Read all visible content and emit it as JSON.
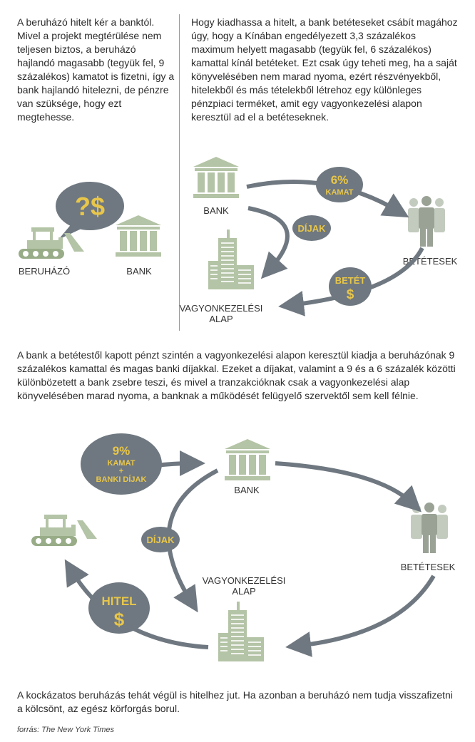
{
  "text": {
    "p1": "A beruházó hitelt kér a banktól. Mivel a projekt megtérülése nem teljesen biztos, a beruházó hajlandó magasabb (tegyük fel, 9 százalékos) kamatot is fizetni, így a bank hajlandó hitelezni, de pénzre van szüksége, hogy ezt megtehesse.",
    "p2": "Hogy kiadhassa a hitelt, a bank betéteseket csábít magához úgy, hogy a Kínában engedélyezett 3,3 százalékos maximum helyett magasabb (tegyük fel, 6 százalékos) kamattal kínál betéteket. Ezt csak úgy teheti meg, ha a saját könyvelésében nem marad nyoma, ezért részvényekből, hitelekből és más tételekből létrehoz egy különleges pénzpiaci terméket, amit egy vagyonkezelési alapon keresztül ad el a betéteseknek.",
    "p3": "A bank a betétestől kapott pénzt szintén a vagyonkezelési alapon keresztül kiadja a beruházónak 9 százalékos kamattal és magas banki díjakkal. Ezeket a díjakat, valamint a 9 és a 6 százalék közötti különbözetett a bank zsebre teszi, és mivel a tranzakcióknak csak a vagyonkezelési alap könyvelésében marad nyoma, a banknak a működését felügyelő szervektől sem kell félnie.",
    "p4": "A kockázatos beruházás tehát végül is hitelhez jut. Ha azonban a beruházó nem tudja visszafizetni a kölcsönt, az egész körforgás borul.",
    "source": "forrás: The New York Times"
  },
  "labels": {
    "investor": "BERUHÁZÓ",
    "bank": "BANK",
    "depositors": "BETÉTESEK",
    "fund_line1": "VAGYONKEZELÉSI",
    "fund_line2": "ALAP"
  },
  "bubbles": {
    "question_dollar": "?$",
    "rate6": "6%",
    "kamat": "KAMAT",
    "dijak": "DÍJAK",
    "betet": "BETÉT",
    "dollar": "$",
    "rate9": "9%",
    "plus": "+",
    "banki_dijak": "BANKI DÍJAK",
    "hitel": "HITEL"
  },
  "colors": {
    "bubble": "#6f7880",
    "bubble_text": "#e8c64a",
    "icon_green": "#b4c4a6",
    "icon_green_dark": "#98ac88",
    "arrow": "#6f7880",
    "people": "#9aa296"
  }
}
